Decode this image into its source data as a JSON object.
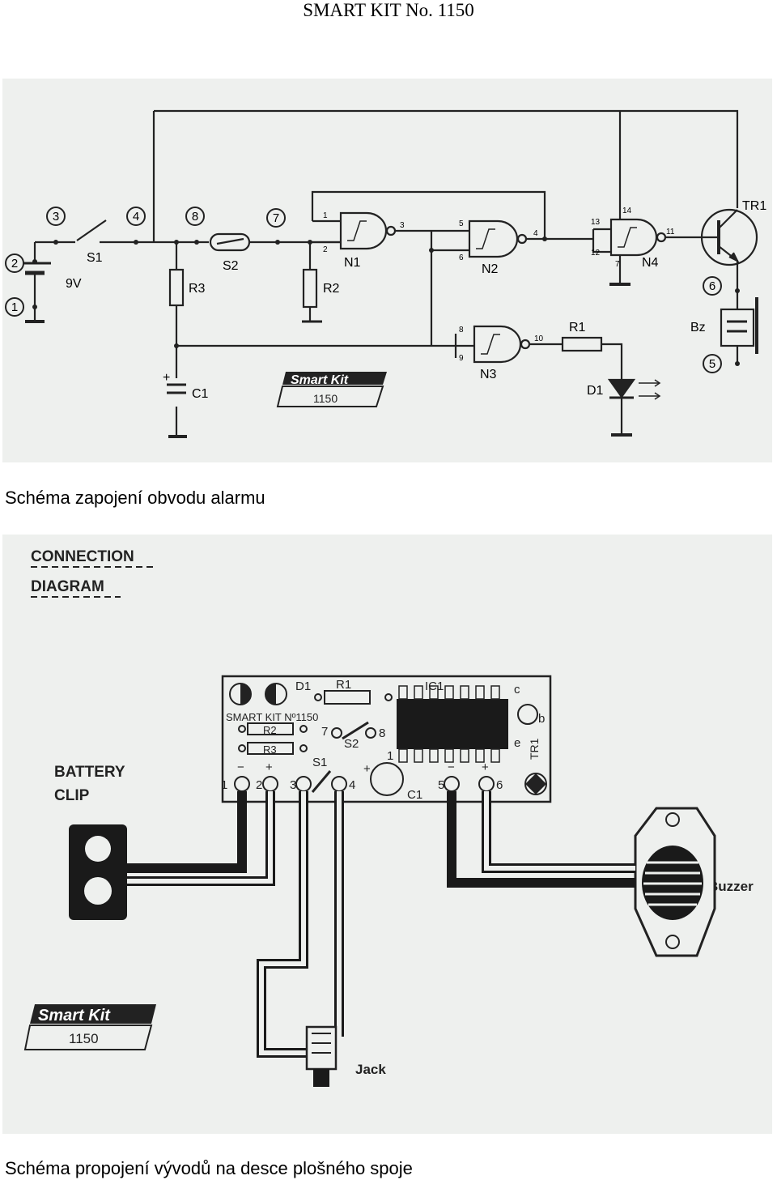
{
  "header": {
    "title": "SMART KIT No. 1150"
  },
  "schematic": {
    "caption": "Schéma zapojení obvodu alarmu",
    "terminals": [
      "1",
      "2",
      "3",
      "4",
      "5",
      "6",
      "7",
      "8"
    ],
    "labels": {
      "s1": "S1",
      "s2": "S2",
      "battery": "9V",
      "r1": "R1",
      "r2": "R2",
      "r3": "R3",
      "c1": "C1",
      "d1": "D1",
      "bz": "Bz",
      "tr1": "TR1",
      "n1": "N1",
      "n2": "N2",
      "n3": "N3",
      "n4": "N4",
      "plus": "+"
    },
    "pins": {
      "p1": "1",
      "p2": "2",
      "p3": "3",
      "p4": "4",
      "p5": "5",
      "p6": "6",
      "p7": "7",
      "p8": "8",
      "p9": "9",
      "p10": "10",
      "p11": "11",
      "p12": "12",
      "p13": "13",
      "p14": "14"
    },
    "logo": {
      "brand": "Smart Kit",
      "number": "1150"
    }
  },
  "connection": {
    "caption": "Schéma propojení vývodů na desce plošného spoje",
    "heading_line1": "CONNECTION",
    "heading_line2": "DIAGRAM",
    "battery_line1": "BATTERY",
    "battery_line2": "CLIP",
    "buzzer": "Buzzer",
    "jack": "Jack",
    "board": {
      "d1": "D1",
      "r1": "R1",
      "ic1": "IC1",
      "kit_no": "SMART KIT Nº1150",
      "r2": "R2",
      "r3": "R3",
      "s2": "S2",
      "s1": "S1",
      "c1": "C1",
      "tr1": "TR1",
      "e": "e",
      "b": "b",
      "c": "c",
      "pin7": "7",
      "pin8": "8",
      "ic_pin1": "1",
      "terminals": [
        "1",
        "2",
        "3",
        "4",
        "5",
        "6"
      ],
      "minus": "−",
      "plus": "+"
    },
    "logo": {
      "brand": "Smart Kit",
      "number": "1150"
    }
  }
}
